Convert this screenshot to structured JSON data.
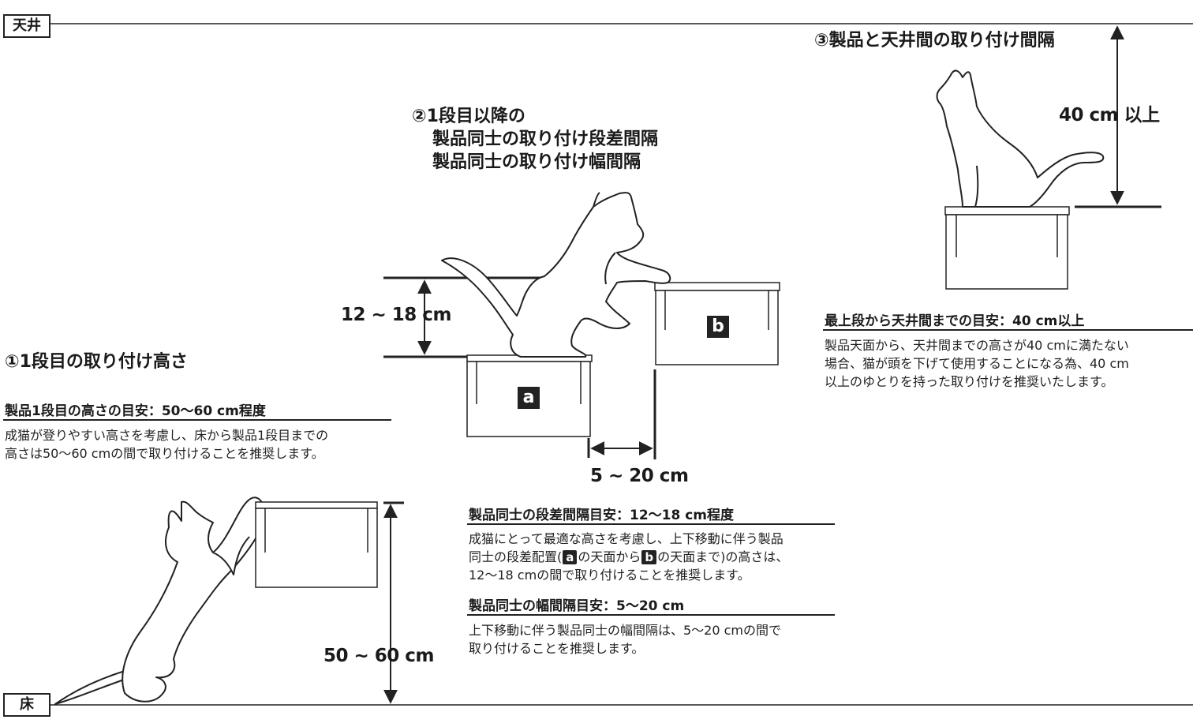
{
  "labels": {
    "ceiling": "天井",
    "floor": "床",
    "box_a": "a",
    "box_b": "b"
  },
  "sections": {
    "s1": {
      "heading": "①1段目の取り付け高さ",
      "subheading": "製品1段目の高さの目安：50〜60 cm程度",
      "body": [
        "成猫が登りやすい高さを考慮し、床から製品1段目までの",
        "高さは50〜60 cmの間で取り付けることを推奨します。"
      ],
      "dimension": "50 ~ 60 cm"
    },
    "s2": {
      "heading": [
        "②1段目以降の",
        "製品同士の取り付け段差間隔",
        "製品同士の取り付け幅間隔"
      ],
      "dimension_height": "12 ~ 18 cm",
      "dimension_width": "5 ~ 20 cm",
      "step": {
        "subheading": "製品同士の段差間隔目安：12〜18 cm程度",
        "body1": "成猫にとって最適な高さを考慮し、上下移動に伴う製品",
        "body2_before": "同士の段差配置(",
        "chip_a": "a",
        "body2_mid": "の天面から",
        "chip_b": "b",
        "body2_after": "の天面まで)の高さは、",
        "body3": "12〜18 cmの間で取り付けることを推奨します。"
      },
      "width": {
        "subheading": "製品同士の幅間隔目安：5〜20 cm",
        "body": [
          "上下移動に伴う製品同士の幅間隔は、5〜20 cmの間で",
          "取り付けることを推奨します。"
        ]
      }
    },
    "s3": {
      "heading": "③製品と天井間の取り付け間隔",
      "dimension": "40 cm 以上",
      "subheading": "最上段から天井間までの目安：40 cm以上",
      "body": [
        "製品天面から、天井間までの高さが40 cmに満たない",
        "場合、猫が頭を下げて使用することになる為、40 cm",
        "以上のゆとりを持った取り付けを推奨いたします。"
      ]
    }
  }
}
